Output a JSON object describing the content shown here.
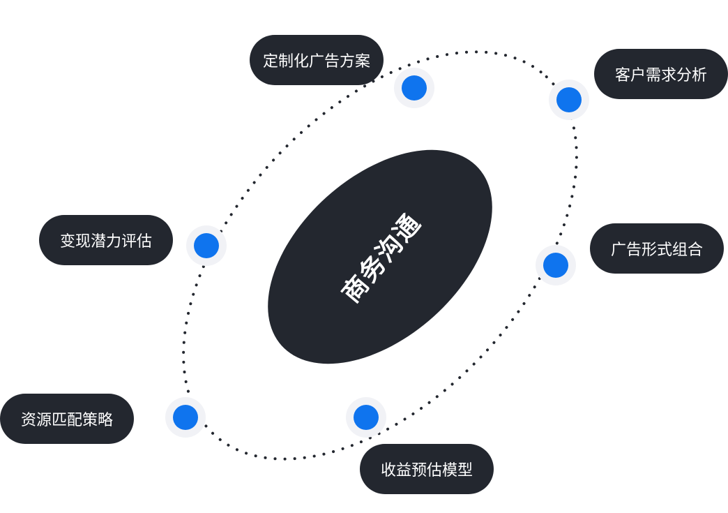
{
  "center": {
    "label": "商务沟通"
  },
  "nodes": [
    {
      "label": "定制化广告方案"
    },
    {
      "label": "客户需求分析"
    },
    {
      "label": "变现潜力评估"
    },
    {
      "label": "广告形式组合"
    },
    {
      "label": "资源匹配策略"
    },
    {
      "label": "收益预估模型"
    }
  ],
  "colors": {
    "pill": "#23272f",
    "dot": "#0f74ee",
    "halo": "#f1f2f6"
  }
}
